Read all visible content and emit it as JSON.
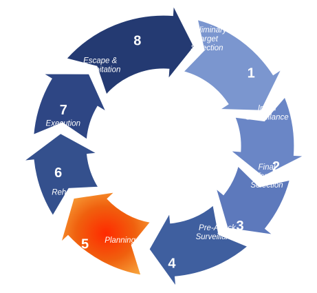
{
  "cycle": {
    "steps": [
      {
        "number": "1",
        "label_lines": [
          "Preliminary",
          "Target",
          "Selection"
        ],
        "color": "#7b96cf"
      },
      {
        "number": "2",
        "label_lines": [
          "Initial",
          "Surveillance"
        ],
        "color": "#6a86c6"
      },
      {
        "number": "3",
        "label_lines": [
          "Final",
          "Target",
          "Selection"
        ],
        "color": "#5d79bc"
      },
      {
        "number": "4",
        "label_lines": [
          "Pre-Attack",
          "Surveillance"
        ],
        "color": "#3f5f9f"
      },
      {
        "number": "5",
        "label_lines": [
          "Planning"
        ],
        "color": "#e85a14",
        "label_color": "#9a1a00"
      },
      {
        "number": "6",
        "label_lines": [
          "Rehearsal"
        ],
        "color": "#34508d"
      },
      {
        "number": "7",
        "label_lines": [
          "Execution"
        ],
        "color": "#2e4684"
      },
      {
        "number": "8",
        "label_lines": [
          "Escape &",
          "Exploitation"
        ],
        "color": "#243a72"
      }
    ]
  }
}
